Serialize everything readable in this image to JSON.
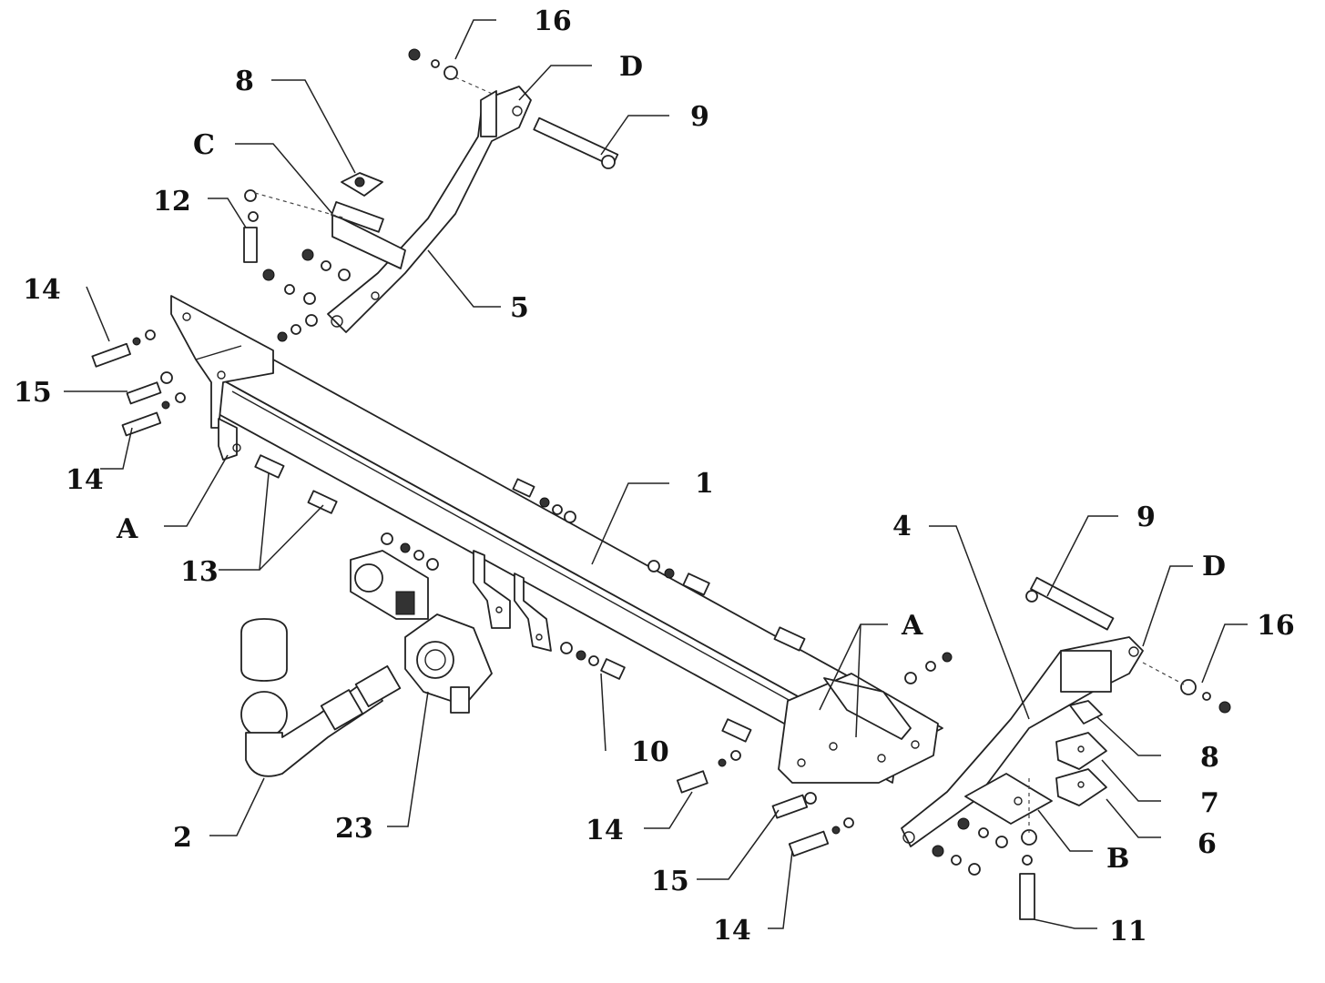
{
  "diagram": {
    "callouts": [
      {
        "id": "c-16-top",
        "label": "16"
      },
      {
        "id": "c-D-top",
        "label": "D"
      },
      {
        "id": "c-8-top",
        "label": "8"
      },
      {
        "id": "c-9-top",
        "label": "9"
      },
      {
        "id": "c-C",
        "label": "C"
      },
      {
        "id": "c-12",
        "label": "12"
      },
      {
        "id": "c-14-left-top",
        "label": "14"
      },
      {
        "id": "c-5",
        "label": "5"
      },
      {
        "id": "c-15-left",
        "label": "15"
      },
      {
        "id": "c-14-left-bottom",
        "label": "14"
      },
      {
        "id": "c-A-left",
        "label": "A"
      },
      {
        "id": "c-13",
        "label": "13"
      },
      {
        "id": "c-1",
        "label": "1"
      },
      {
        "id": "c-4",
        "label": "4"
      },
      {
        "id": "c-9-right",
        "label": "9"
      },
      {
        "id": "c-D-right",
        "label": "D"
      },
      {
        "id": "c-A-right",
        "label": "A"
      },
      {
        "id": "c-16-right",
        "label": "16"
      },
      {
        "id": "c-10",
        "label": "10"
      },
      {
        "id": "c-8-right",
        "label": "8"
      },
      {
        "id": "c-7",
        "label": "7"
      },
      {
        "id": "c-2",
        "label": "2"
      },
      {
        "id": "c-23",
        "label": "23"
      },
      {
        "id": "c-14-mid",
        "label": "14"
      },
      {
        "id": "c-6",
        "label": "6"
      },
      {
        "id": "c-B",
        "label": "B"
      },
      {
        "id": "c-15-bottom",
        "label": "15"
      },
      {
        "id": "c-14-bottom",
        "label": "14"
      },
      {
        "id": "c-11",
        "label": "11"
      }
    ]
  },
  "colors": {
    "line": "#222222",
    "background": "#ffffff",
    "text": "#111111"
  }
}
